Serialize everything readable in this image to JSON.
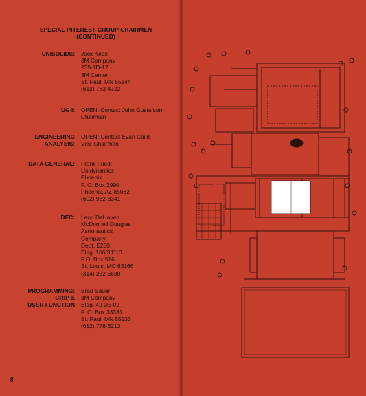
{
  "heading": {
    "line1": "SPECIAL INTEREST GROUP CHAIRMEN",
    "line2": "(CONTINUED)"
  },
  "entries": [
    {
      "label": [
        "UNISOLIDS:"
      ],
      "lines": [
        "Jack Knox",
        "3M Company",
        "235-1D-17",
        "3M Center",
        "St. Paul, MN 55144",
        "(612) 733-4722"
      ]
    },
    {
      "label": [
        "UG I:"
      ],
      "lines": [
        "OPEN: Contact John Gustafson",
        "Chairman"
      ]
    },
    {
      "label": [
        "ENGINEERING",
        "ANALYSIS:"
      ],
      "lines": [
        "OPEN: Contact Evan Caille",
        "Vice Chairman"
      ]
    },
    {
      "label": [
        "DATA GENERAL:"
      ],
      "lines": [
        "Frank Friedl",
        "Unidynamics",
        "Phoenix",
        "P. O. Box 2990",
        "Phoenix, AZ 85062",
        "(602) 932-8341"
      ]
    },
    {
      "label": [
        "DEC:"
      ],
      "lines": [
        "Leon DeHaven",
        "McDonnell Douglas",
        "Astronautics",
        "Company",
        "Dept. E230,",
        "Bldg. 106/3/E10",
        "P.O. Box 516",
        "St. Louis, MO 63166",
        "(314) 232-6830"
      ]
    },
    {
      "label": [
        "PROGRAMMING:",
        "GRIP &",
        "USER FUNCTION"
      ],
      "lines": [
        "Brad Sauer",
        "3M Company",
        "Bldg. 42-3E-02",
        "P. O. Box 33331",
        "St. Paul, MN 55133",
        "(612) 778-6213"
      ]
    }
  ],
  "page_number": "8",
  "colors": {
    "page": "#c8432f",
    "ink": "#1a0d0a",
    "highlight": "#ffffff"
  }
}
